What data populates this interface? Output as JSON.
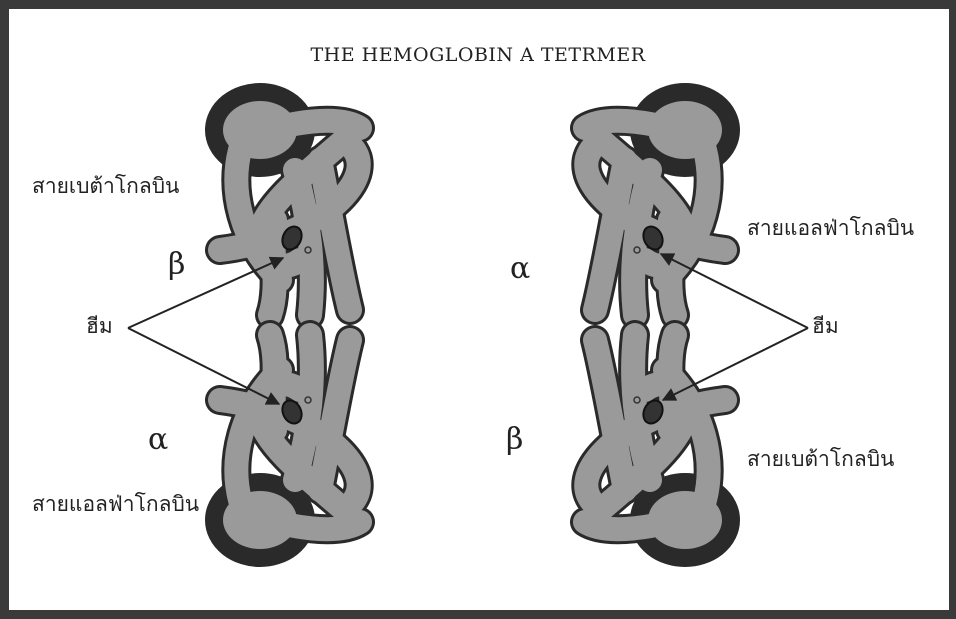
{
  "title": "THE HEMOGLOBIN A TETRMER",
  "subunits": [
    {
      "chain": "สายเบต้าโกลบิน",
      "symbol": "β"
    },
    {
      "chain": "สายแอลฟ่าโกลบิน",
      "symbol": "α"
    },
    {
      "chain": "สายแอลฟ่าโกลบิน",
      "symbol": "α"
    },
    {
      "chain": "สายเบต้าโกลบิน",
      "symbol": "β"
    }
  ],
  "heme_label_left": "ฮีม",
  "heme_label_right": "ฮีม",
  "colors": {
    "chain_fill": "#9a9a9a",
    "chain_outline": "#2a2a2a",
    "heme": "#333333",
    "frame": "#3a3a3a"
  }
}
